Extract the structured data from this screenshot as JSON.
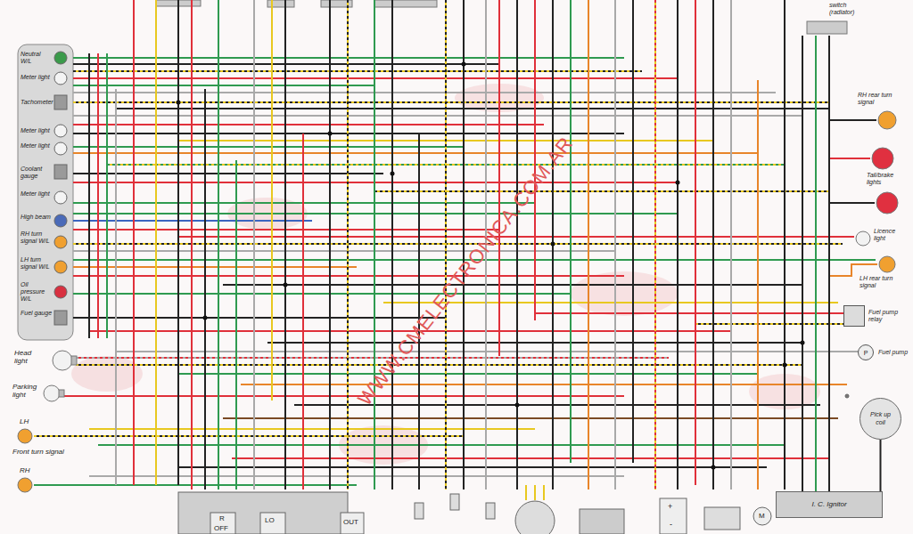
{
  "diagram": {
    "nodes": [
      {
        "text": [
          "Fuel pump relay"
        ]
      },
      {
        "text": [
          "P",
          "Fuel pump"
        ]
      },
      {
        "text": [
          "Pick up coil"
        ]
      },
      {
        "text": [
          "I. C. Ignitor"
        ]
      }
    ],
    "edges": [
      {
        "from": 2,
        "to": 3,
        "arrow": "none"
      }
    ],
    "labels": [
      "Neutral W/L",
      "Meter light",
      "Tachometer",
      "Meter light",
      "Meter light",
      "Coolant gauge",
      "Meter light",
      "High beam",
      "RH turn signal W/L",
      "LH turn signal W/L",
      "Oil pressure W/L",
      "Fuel gauge",
      "Head light",
      "Parking light",
      "LH",
      "Front turn signal",
      "RH",
      "switch (radiator)",
      "RH rear turn signal",
      "Tail/brake lights",
      "Licence light",
      "LH rear turn signal",
      "WWW.CMELECTRONICA.COM.AR",
      "R",
      "OFF",
      "LO",
      "OUT",
      "M",
      "+",
      "-"
    ]
  }
}
